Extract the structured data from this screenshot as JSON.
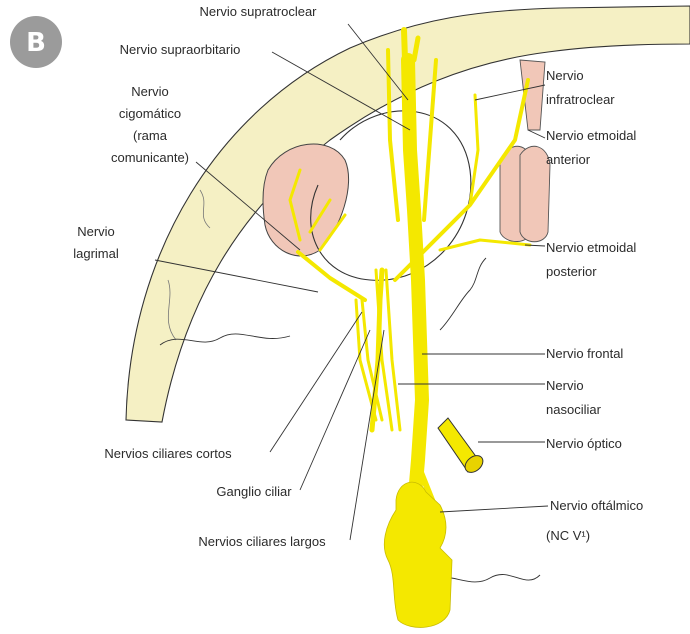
{
  "badge": {
    "letter": "B"
  },
  "colors": {
    "nerve": "#f4e800",
    "bone": "#f5f0c4",
    "gland": "#f1c7b8",
    "badge": "#9b9b9b"
  },
  "labels": {
    "supratroclear": "Nervio supratroclear",
    "supraorbitario": "Nervio supraorbitario",
    "cigomatico_1": "Nervio",
    "cigomatico_2": "cigomático",
    "cigomatico_3": "(rama",
    "cigomatico_4": "comunicante)",
    "lagrimal_1": "Nervio",
    "lagrimal_2": "lagrimal",
    "infratroclear_1": "Nervio",
    "infratroclear_2": "infratroclear",
    "etmoidal_ant_1": "Nervio etmoidal",
    "etmoidal_ant_2": "anterior",
    "etmoidal_post_1": "Nervio etmoidal",
    "etmoidal_post_2": "posterior",
    "frontal": "Nervio frontal",
    "nasociliar_1": "Nervio",
    "nasociliar_2": "nasociliar",
    "optico": "Nervio óptico",
    "ciliares_cortos": "Nervios ciliares cortos",
    "ganglio": "Ganglio ciliar",
    "ciliares_largos": "Nervios ciliares largos",
    "oftalmico_1": "Nervio oftálmico",
    "oftalmico_2": "(NC V¹)"
  }
}
